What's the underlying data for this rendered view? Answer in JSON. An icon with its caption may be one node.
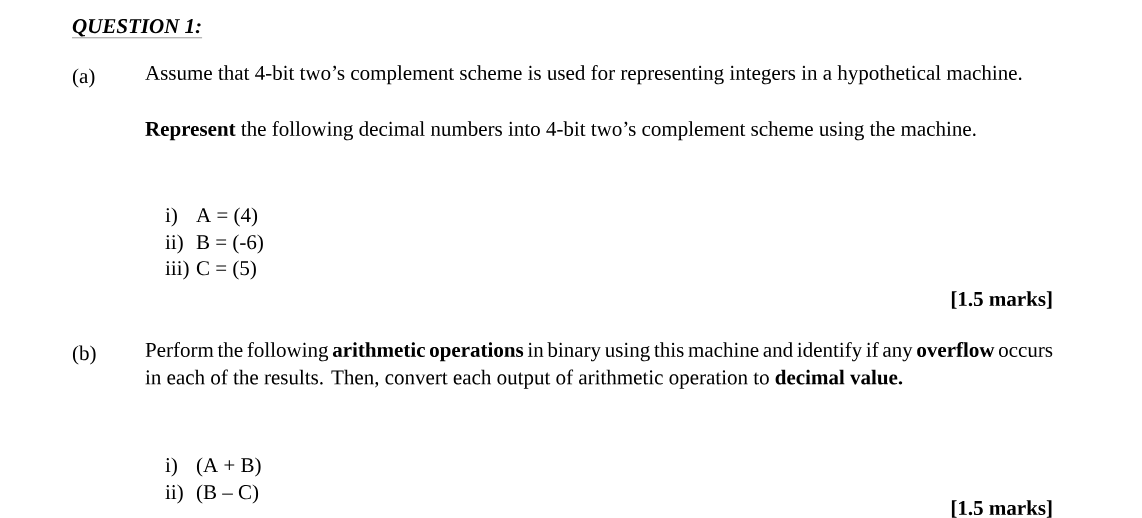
{
  "diagram": {
    "title": "QUESTION 1:",
    "labels": [
      "(a)",
      "Assume that 4-bit two’s complement scheme is used for representing integers in a hypothetical machine.",
      "**Represent** the following decimal numbers into 4-bit two’s complement scheme using the machine.",
      "i)",
      "A = (4)",
      "ii)",
      "B = (-6)",
      "iii)",
      "C = (5)",
      "[1.5 marks]",
      "(b)",
      "Perform the following **arithmetic operations** in binary using this machine and identify if any **overflow** occurs in each of the results. Then, convert each output of arithmetic operation to **decimal value.**",
      "i)",
      "(A + B)",
      "ii)",
      "(B – C)",
      "[1.5 marks]"
    ]
  }
}
